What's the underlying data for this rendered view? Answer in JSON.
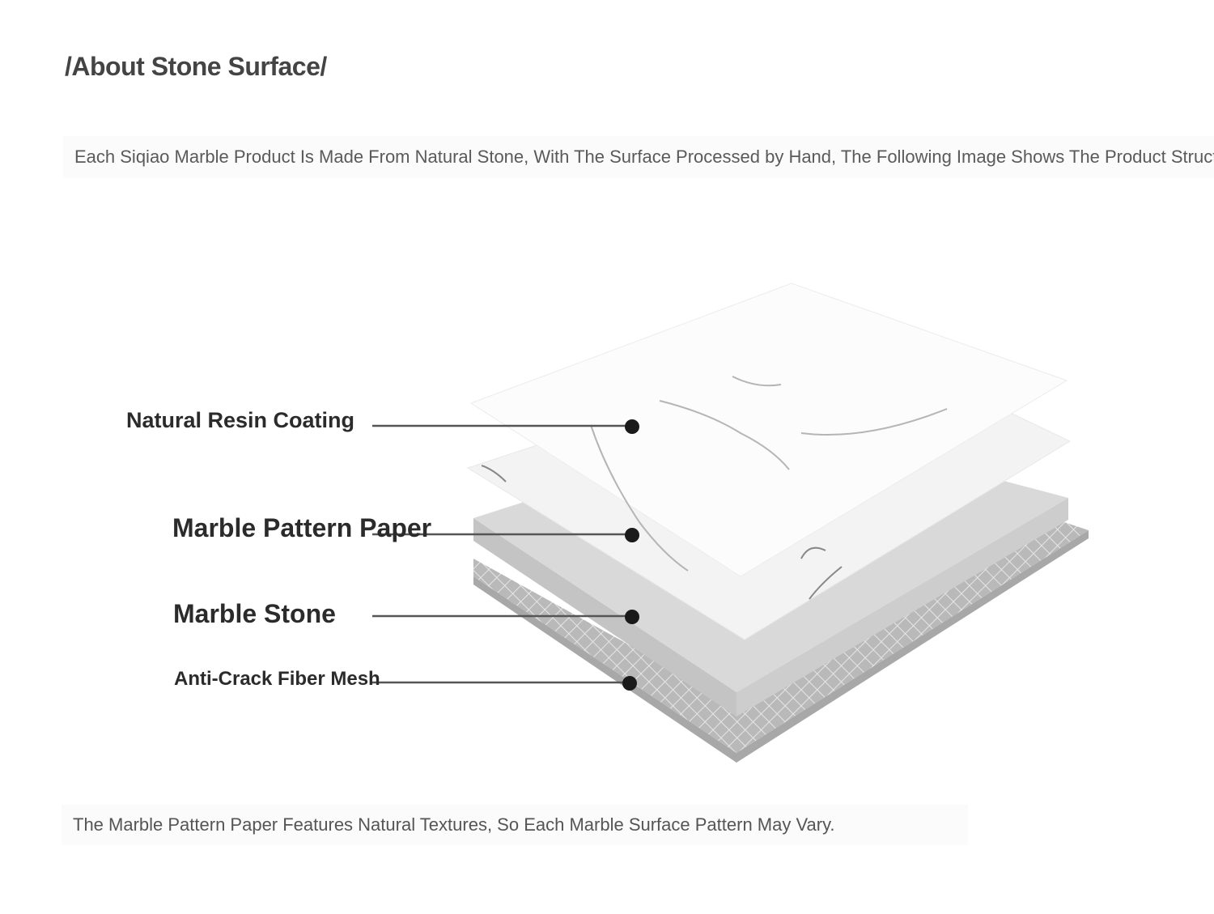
{
  "title": "/About Stone Surface/",
  "intro": "Each Siqiao Marble Product Is Made From Natural Stone, With The Surface Processed by Hand, The Following Image Shows The Product Structure",
  "layers": [
    {
      "label": "Natural Resin Coating"
    },
    {
      "label": "Marble Pattern Paper"
    },
    {
      "label": "Marble Stone"
    },
    {
      "label": "Anti-Crack Fiber Mesh"
    }
  ],
  "note": "The Marble Pattern Paper Features Natural Textures, So Each Marble Surface Pattern May Vary.",
  "colors": {
    "text": "#444444",
    "leader": "#555555",
    "dot": "#1a1a1a"
  }
}
